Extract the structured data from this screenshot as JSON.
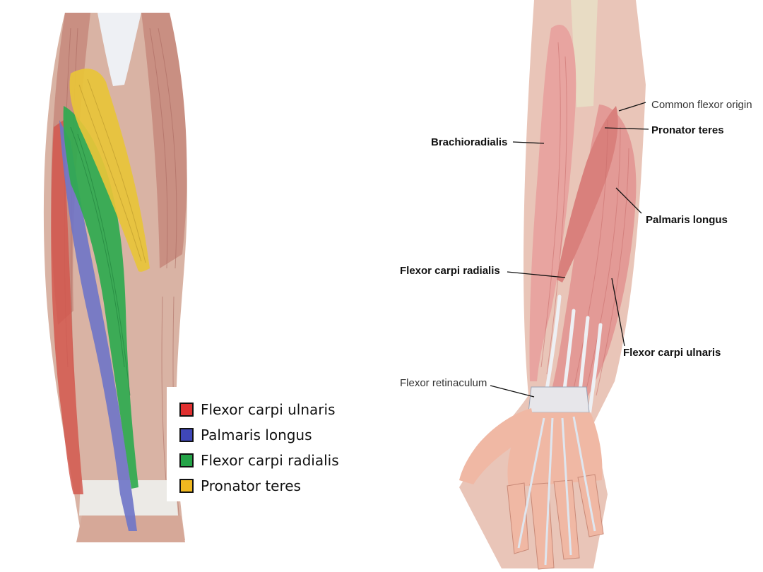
{
  "legend": {
    "items": [
      {
        "label": "Flexor carpi ulnaris",
        "color": "#e03030"
      },
      {
        "label": "Palmaris longus",
        "color": "#3f47b8"
      },
      {
        "label": "Flexor carpi radialis",
        "color": "#24a347"
      },
      {
        "label": "Pronator teres",
        "color": "#f0b820"
      }
    ]
  },
  "labels": {
    "common_flexor_origin": "Common flexor origin",
    "pronator_teres": "Pronator teres",
    "brachioradialis": "Brachioradialis",
    "palmaris_longus": "Palmaris longus",
    "flexor_carpi_radialis": "Flexor carpi radialis",
    "flexor_carpi_ulnaris": "Flexor carpi ulnaris",
    "flexor_retinaculum": "Flexor retinaculum"
  },
  "colors": {
    "muscle": "#e8a4a0",
    "muscle_dark": "#c96d6b",
    "skin": "#e9c5b8",
    "tendon": "#eef0f4",
    "bone": "#e8dcc4"
  }
}
